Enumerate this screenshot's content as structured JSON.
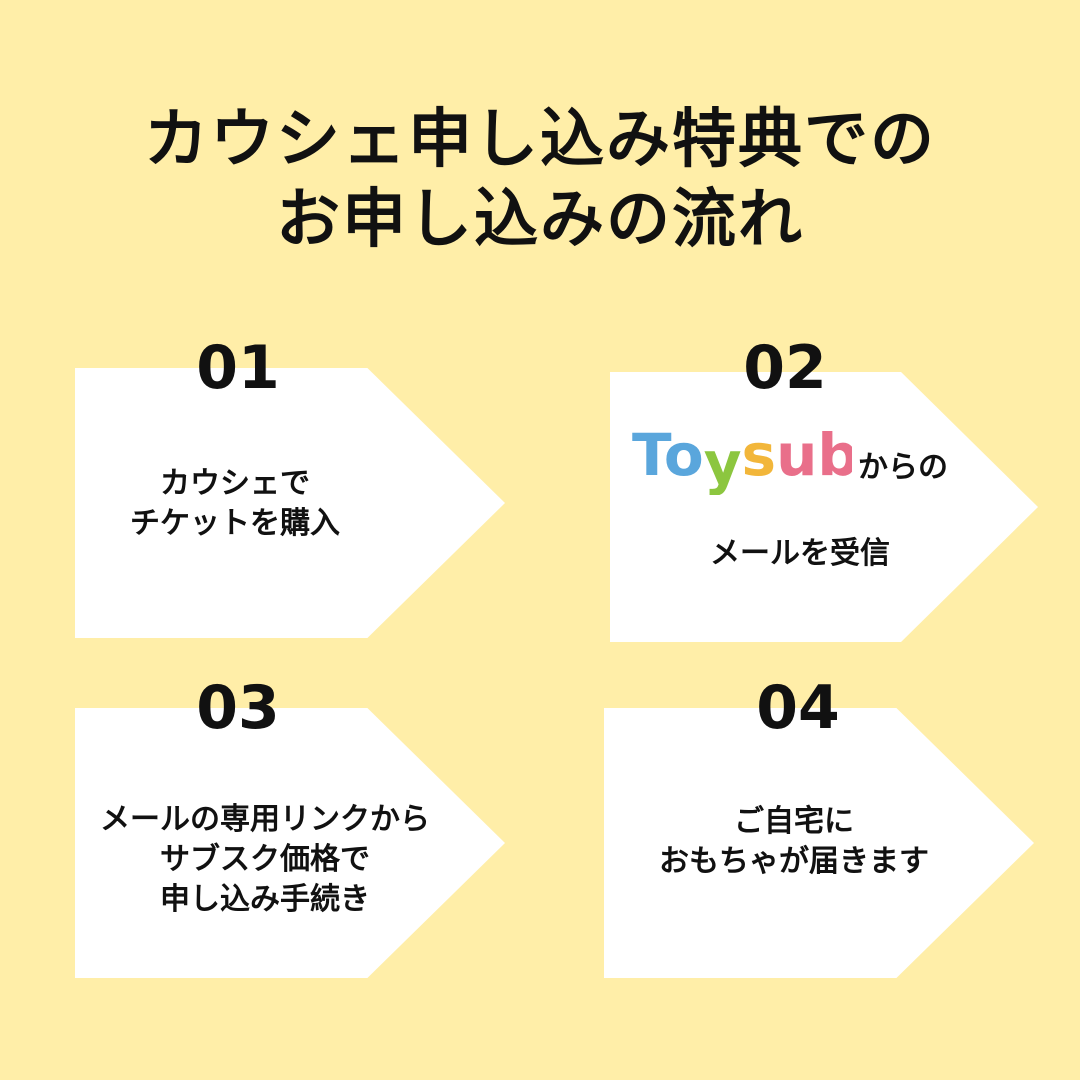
{
  "title": {
    "line1": "カウシェ申し込み特典での",
    "line2": "お申し込みの流れ"
  },
  "steps": [
    {
      "number": "01",
      "lines": [
        "カウシェで",
        "チケットを購入"
      ]
    },
    {
      "number": "02",
      "logo_text": "Toysub!",
      "from_text": "からの",
      "lines": [
        "メールを受信"
      ]
    },
    {
      "number": "03",
      "lines": [
        "メールの専用リンクから",
        "サブスク価格で",
        "申し込み手続き"
      ]
    },
    {
      "number": "04",
      "lines": [
        "ご自宅に",
        "おもちゃが届きます"
      ]
    }
  ],
  "colors": {
    "background": "#ffeea8",
    "card": "#ffffff",
    "text": "#111111",
    "logo_T": "#5aa6dc",
    "logo_o": "#5aa6dc",
    "logo_y": "#8cc63f",
    "logo_s": "#f2b63a",
    "logo_u": "#e96f8a",
    "logo_b": "#e96f8a",
    "logo_excl": "#f2b63a"
  },
  "icons": [
    "arrow-shape"
  ]
}
